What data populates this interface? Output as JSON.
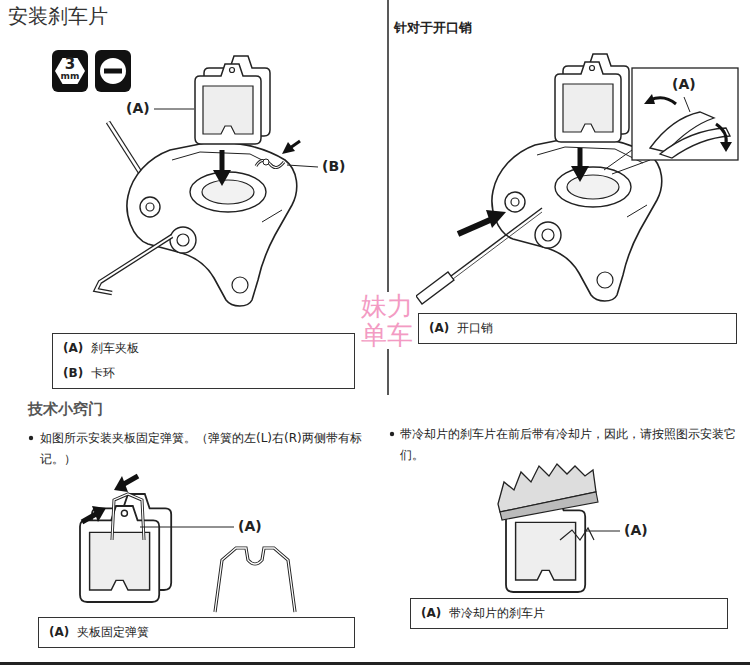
{
  "diagram": {
    "title": "安装刹车片",
    "nodes": [
      {
        "text": [
          "(A)",
          "刹车夹板",
          "(B)",
          "卡环"
        ]
      },
      {
        "text": [
          "(A)",
          "开口销"
        ]
      },
      {
        "text": [
          "(A)",
          "夹板固定弹簧"
        ]
      },
      {
        "text": [
          "(A)",
          "带冷却片的刹车片"
        ]
      }
    ],
    "labels": [
      "3",
      "mm",
      "(A)",
      "(B)",
      "针对于开口销",
      "(A)",
      "妹力单车",
      "技术小窍门",
      "如图所示安装夹板固定弹簧。（弹簧的左(L)右(R)两侧带有标记。）",
      "(A)",
      "带冷却片的刹车片在前后带有冷却片，因此，请按照图示安装它们。",
      "(A)"
    ]
  }
}
